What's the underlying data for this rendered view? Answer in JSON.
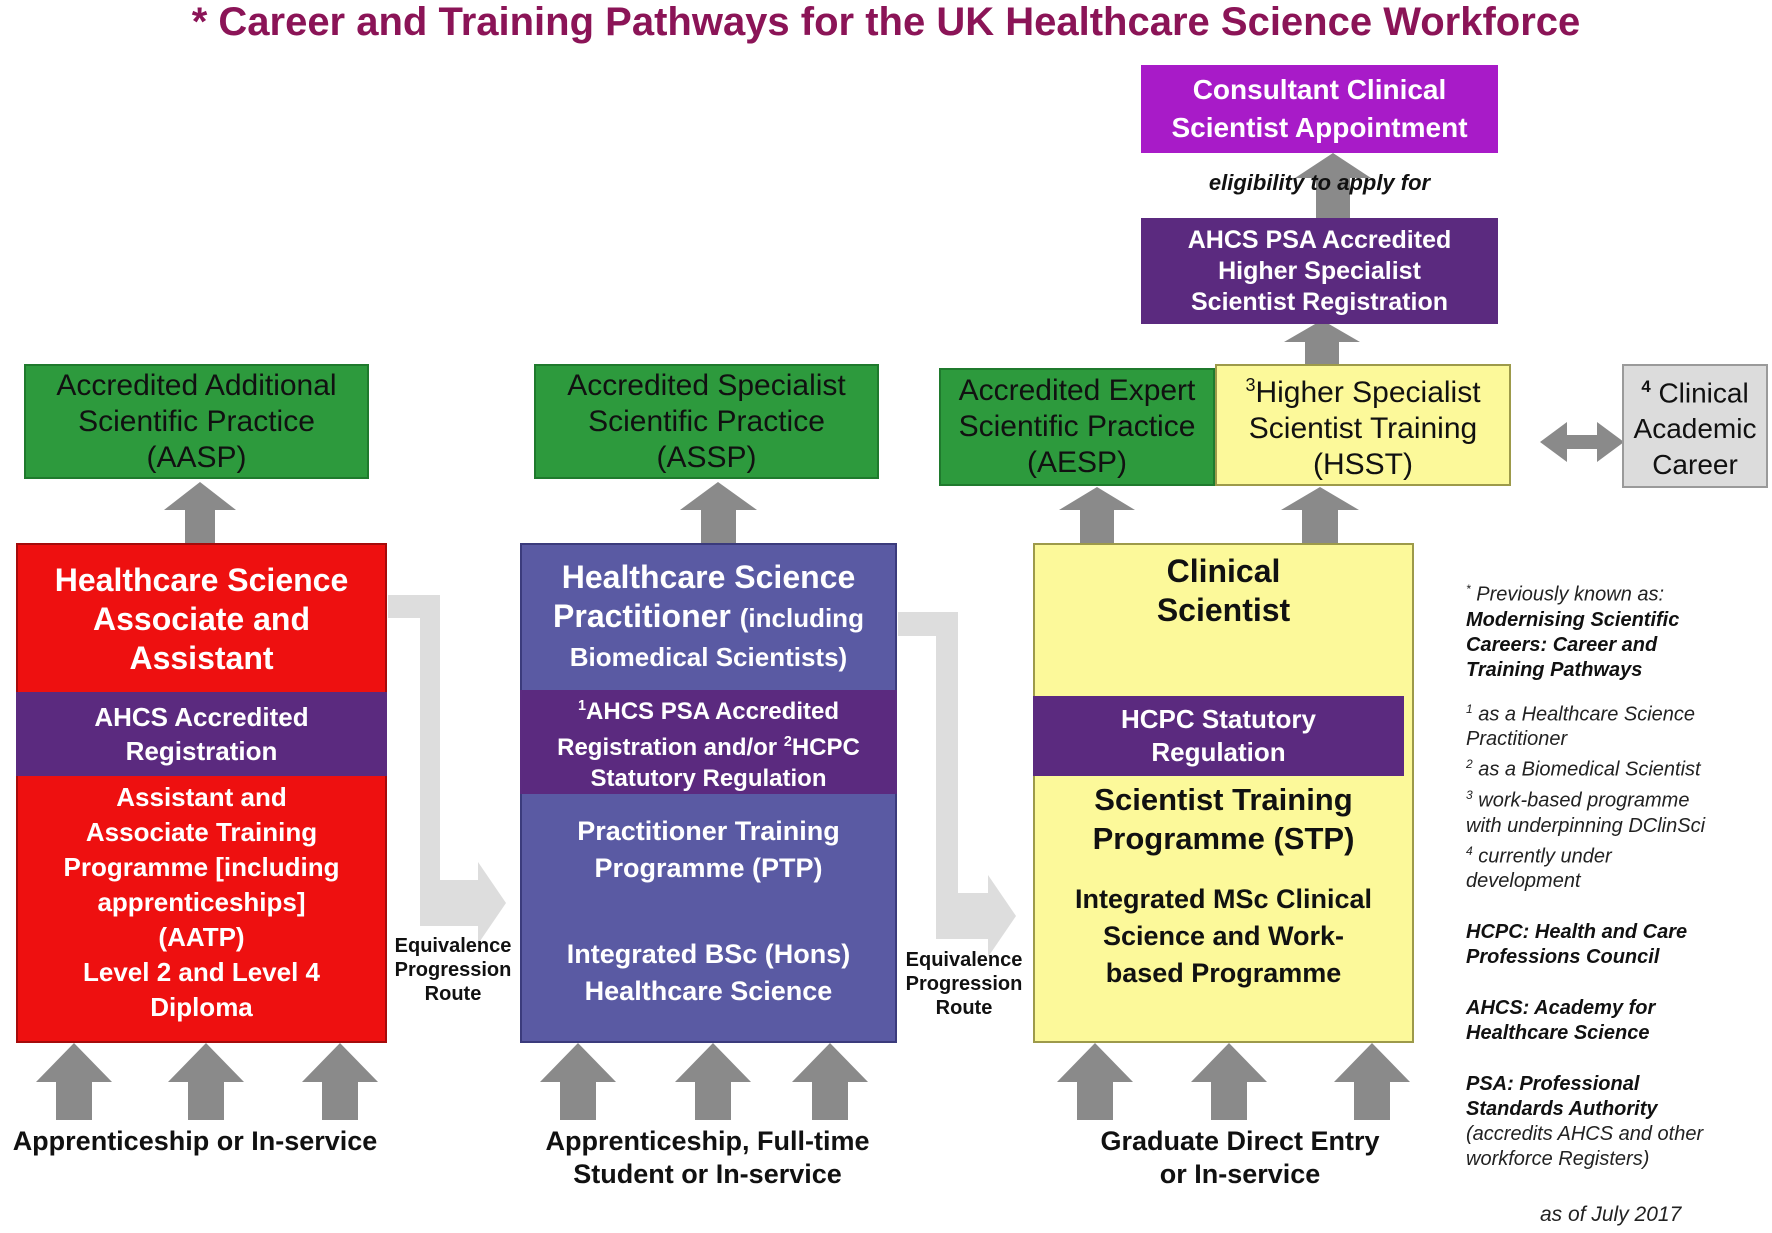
{
  "title": "* Career and Training Pathways for the UK Healthcare Science Workforce",
  "top": {
    "consultant": [
      "Consultant Clinical",
      "Scientist Appointment"
    ],
    "eligibility": "eligibility to apply for",
    "hss_registration": [
      "AHCS PSA Accredited",
      "Higher Specialist",
      "Scientist Registration"
    ]
  },
  "green_boxes": {
    "aasp": [
      "Accredited Additional",
      "Scientific Practice",
      "(AASP)"
    ],
    "assp": [
      "Accredited Specialist",
      "Scientific Practice",
      "(ASSP)"
    ],
    "aesp": [
      "Accredited Expert",
      "Scientific Practice",
      "(AESP)"
    ]
  },
  "hsst": {
    "sup": "3",
    "lines": [
      "Higher Specialist",
      "Scientist Training",
      "(HSST)"
    ]
  },
  "clinical_academic": {
    "sup": "4",
    "lines": [
      "Clinical",
      "Academic",
      "Career"
    ]
  },
  "associate": {
    "title": [
      "Healthcare Science",
      "Associate and",
      "Assistant"
    ],
    "registration": [
      "AHCS Accredited",
      "Registration"
    ],
    "training": [
      "Assistant and",
      "Associate Training",
      "Programme [including",
      "apprenticeships]",
      "(AATP)",
      "Level 2 and Level 4",
      "Diploma"
    ]
  },
  "practitioner": {
    "title_line1": "Healthcare Science",
    "title_line2_main": "Practitioner",
    "title_line2_sub": "(including",
    "title_line3": "Biomedical Scientists)",
    "registration": {
      "sup1": "1",
      "line1": "AHCS PSA Accredited",
      "line2a": "Registration and/or",
      "sup2": "2",
      "line2b": "HCPC",
      "line3": "Statutory Regulation"
    },
    "training": [
      "Practitioner Training",
      "Programme (PTP)"
    ],
    "degree": [
      "Integrated BSc (Hons)",
      "Healthcare Science"
    ]
  },
  "scientist": {
    "title": [
      "Clinical",
      "Scientist"
    ],
    "regulation": [
      "HCPC Statutory",
      "Regulation"
    ],
    "stp": [
      "Scientist Training",
      "Programme (STP)"
    ],
    "msc": [
      "Integrated MSc Clinical",
      "Science and Work-",
      "based Programme"
    ]
  },
  "equivalence": [
    "Equivalence",
    "Progression",
    "Route"
  ],
  "entry_routes": {
    "associate": "Apprenticeship or In-service",
    "practitioner": [
      "Apprenticeship, Full-time",
      "Student or In-service"
    ],
    "scientist": [
      "Graduate Direct Entry",
      "or In-service"
    ]
  },
  "notes": {
    "previously_prefix": "*",
    "previously": "Previously known as:",
    "msc_name": [
      "Modernising Scientific",
      "Careers: Career and",
      "Training Pathways"
    ],
    "n1_sup": "1",
    "n1": [
      "as a Healthcare Science",
      "Practitioner"
    ],
    "n2_sup": "2",
    "n2": "as a Biomedical Scientist",
    "n3_sup": "3",
    "n3": [
      "work-based programme",
      "with underpinning DClinSci"
    ],
    "n4_sup": "4",
    "n4": [
      "currently under",
      "development"
    ],
    "hcpc": [
      "HCPC: Health and Care",
      "Professions Council"
    ],
    "ahcs": [
      "AHCS: Academy for",
      "Healthcare Science"
    ],
    "psa_bold": [
      "PSA: Professional",
      "Standards Authority"
    ],
    "psa_note": [
      "(accredits AHCS and other",
      "workforce Registers)"
    ],
    "date": "as of July 2017"
  },
  "colors": {
    "title": "#8b1457",
    "green": "#2d9a3d",
    "red": "#ee1010",
    "blue": "#5a5aa3",
    "dark_purple": "#5b2a7f",
    "top_purple": "#a81bc8",
    "yellow": "#fcf99a",
    "grey_arrow": "#8a8a8a",
    "light_arrow": "#dddddd"
  }
}
